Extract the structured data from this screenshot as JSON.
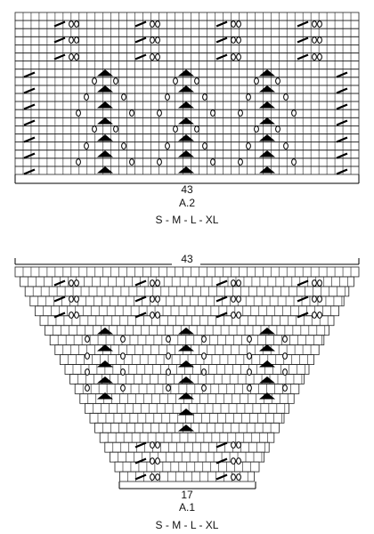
{
  "chart_a2": {
    "name": "A.2",
    "stitch_count": "43",
    "sizes": "S - M - L - XL"
  },
  "chart_a1": {
    "name": "A.1",
    "top_stitch_count": "43",
    "bottom_stitch_count": "17",
    "sizes": "S - M - L - XL"
  },
  "colors": {
    "grid": "#222222",
    "symbol": "#000000",
    "background": "#ffffff"
  },
  "icons": [
    "yarn-over-icon",
    "decrease-slash-icon",
    "double-decrease-triangle-icon"
  ]
}
